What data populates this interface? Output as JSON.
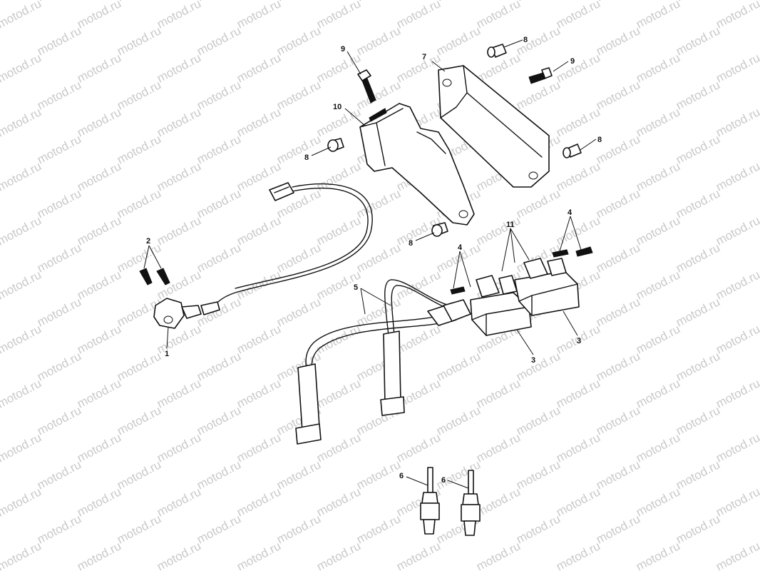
{
  "watermark": {
    "text": "motod.ru"
  },
  "callouts": [
    {
      "id": "c1",
      "label": "1"
    },
    {
      "id": "c2",
      "label": "2"
    },
    {
      "id": "c3a",
      "label": "3"
    },
    {
      "id": "c3b",
      "label": "3"
    },
    {
      "id": "c4a",
      "label": "4"
    },
    {
      "id": "c4b",
      "label": "4"
    },
    {
      "id": "c5",
      "label": "5"
    },
    {
      "id": "c6a",
      "label": "6"
    },
    {
      "id": "c6b",
      "label": "6"
    },
    {
      "id": "c7",
      "label": "7"
    },
    {
      "id": "c8a",
      "label": "8"
    },
    {
      "id": "c8b",
      "label": "8"
    },
    {
      "id": "c8c",
      "label": "8"
    },
    {
      "id": "c8d",
      "label": "8"
    },
    {
      "id": "c9a",
      "label": "9"
    },
    {
      "id": "c9b",
      "label": "9"
    },
    {
      "id": "c10",
      "label": "10"
    },
    {
      "id": "c11",
      "label": "11"
    }
  ]
}
